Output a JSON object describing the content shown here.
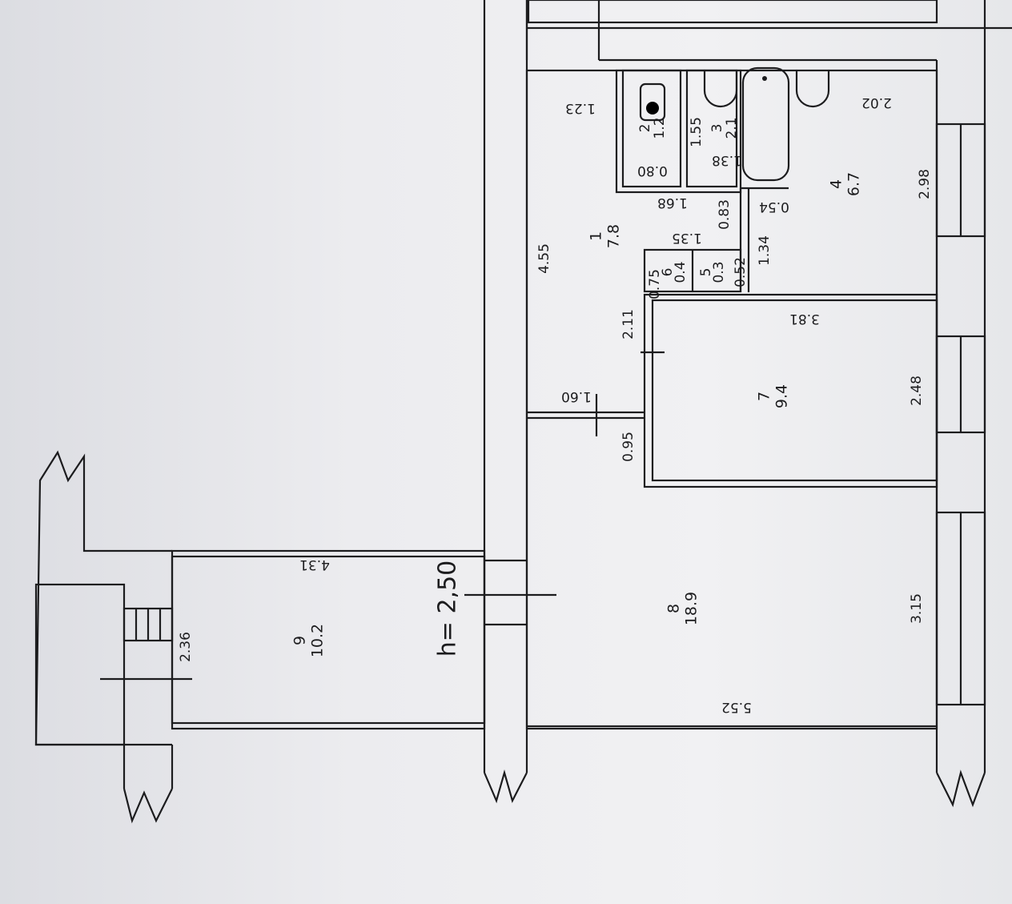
{
  "ceiling_height": "h= 2,50",
  "rooms": [
    {
      "number": "1",
      "area": "7.8"
    },
    {
      "number": "2",
      "area": "1.2"
    },
    {
      "number": "3",
      "area": "2.1"
    },
    {
      "number": "4",
      "area": "6.7"
    },
    {
      "number": "5",
      "area": "0.3"
    },
    {
      "number": "6",
      "area": "0.4"
    },
    {
      "number": "7",
      "area": "9.4"
    },
    {
      "number": "8",
      "area": "18.9"
    },
    {
      "number": "9",
      "area": "10.2"
    }
  ],
  "dimensions": {
    "d1_23": "1.23",
    "d1_55": "1.55",
    "d0_80": "0.80",
    "d1_38": "1.38",
    "d1_68": "1.68",
    "d0_83": "0.83",
    "d0_54": "0.54",
    "d2_02": "2.02",
    "d2_98": "2.98",
    "d4_55": "4.55",
    "d1_35": "1.35",
    "d0_75": "0.75",
    "d0_52": "0.52",
    "d1_34": "1.34",
    "d2_11": "2.11",
    "d3_81": "3.81",
    "d1_60": "1.60",
    "d2_48": "2.48",
    "d0_95": "0.95",
    "d4_31": "4.31",
    "d3_15": "3.15",
    "d2_36": "2.36",
    "d5_52": "5.52"
  }
}
